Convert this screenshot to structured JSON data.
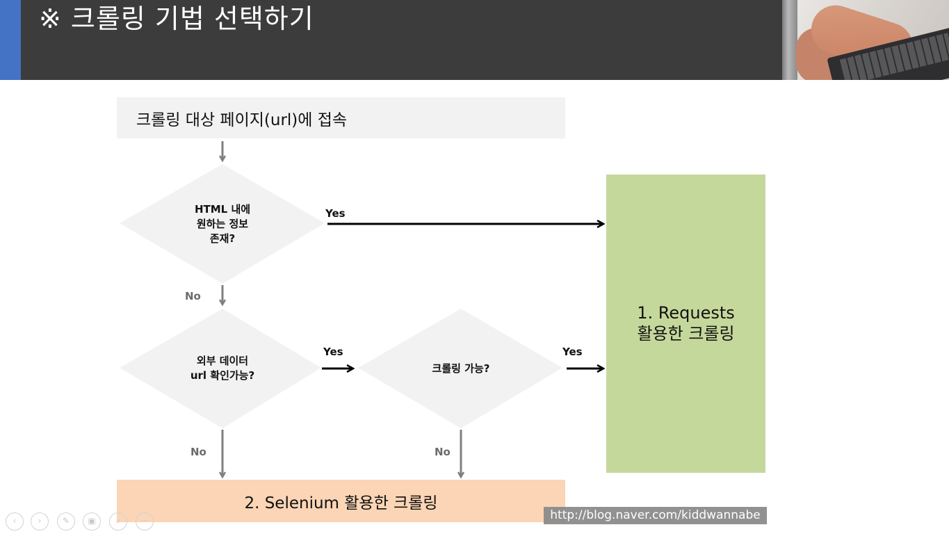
{
  "header": {
    "title": "※ 크롤링 기법 선택하기"
  },
  "flowchart": {
    "start": "크롤링 대상 페이지(url)에 접속",
    "decision1": "HTML 내에\n원하는 정보\n존재?",
    "decision2": "외부 데이터\nurl 확인가능?",
    "decision3": "크롤링 가능?",
    "requests_box": "1. Requests\n활용한 크롤링",
    "selenium_box": "2. Selenium 활용한 크롤링",
    "yes_label": "Yes",
    "no_label": "No"
  },
  "watermark": "http://blog.naver.com/kiddwannabe",
  "nav": {
    "back": "‹",
    "forward": "›",
    "pen": "✎",
    "slides": "▣",
    "zoom": "⌕",
    "more": "···"
  },
  "icons": [
    "previous-icon",
    "next-icon",
    "pen-icon",
    "slides-icon",
    "zoom-icon",
    "more-icon"
  ],
  "colors": {
    "header": "#3c3c3c",
    "accent": "#4472c4",
    "requests": "#c5d89b",
    "selenium": "#fbd5b5",
    "node": "#f2f2f2"
  }
}
